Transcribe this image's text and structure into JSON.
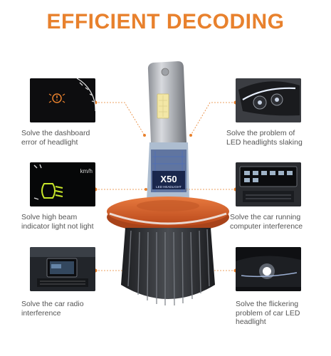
{
  "title": "EFFICIENT DECODING",
  "colors": {
    "accent": "#e8812d",
    "caption": "#555555",
    "dots": "#e8812d"
  },
  "product": {
    "model": "X50",
    "sub_label": "LED HEADLIGHT"
  },
  "features": [
    {
      "icon": "dashboard-warning-icon",
      "caption": "Solve the dashboard\nerror of headlight"
    },
    {
      "icon": "high-beam-indicator-icon",
      "caption": "Solve high beam\nindicator light not light",
      "unit": "km/h"
    },
    {
      "icon": "car-radio-icon",
      "caption": "Solve the car radio\ninterference"
    },
    {
      "icon": "led-headlight-icon",
      "caption": "Solve the problem of\nLED headlights slaking"
    },
    {
      "icon": "car-computer-screen-icon",
      "caption": "Solve the car running\ncomputer interference"
    },
    {
      "icon": "flickering-headlight-icon",
      "caption": "Solve the flickering\nproblem of car LED\nheadlight"
    }
  ]
}
